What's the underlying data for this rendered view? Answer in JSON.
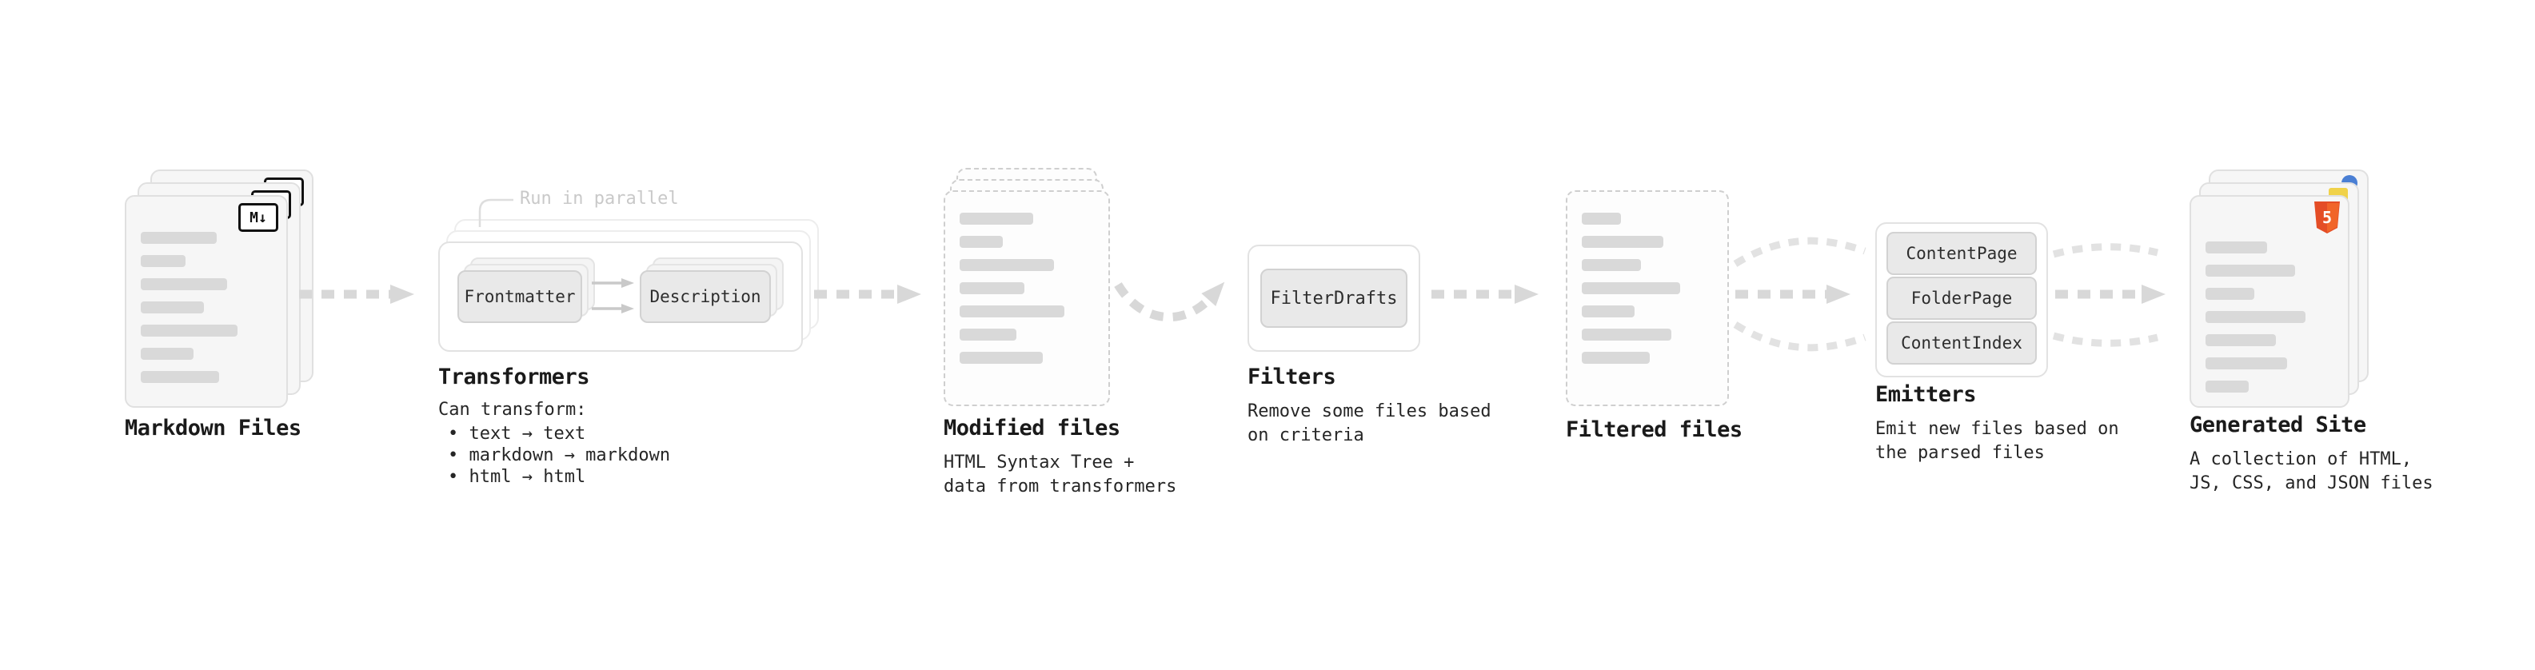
{
  "nodes": {
    "markdown_files": {
      "title": "Markdown Files",
      "badge": "M↓"
    },
    "transformers": {
      "callout": "Run in parallel",
      "buttons": [
        "Frontmatter",
        "Description"
      ],
      "title": "Transformers",
      "can_transform": "Can transform:",
      "bullets": [
        "• text → text",
        "• markdown → markdown",
        "• html → html"
      ]
    },
    "modified_files": {
      "title": "Modified files",
      "subtitle": "HTML Syntax Tree +\ndata from transformers"
    },
    "filters": {
      "button": "FilterDrafts",
      "title": "Filters",
      "subtitle": "Remove some files based\non criteria"
    },
    "filtered_files": {
      "title": "Filtered files"
    },
    "emitters": {
      "title": "Emitters",
      "buttons": [
        "ContentPage",
        "FolderPage",
        "ContentIndex"
      ],
      "subtitle": "Emit new files based on\nthe parsed files"
    },
    "generated_site": {
      "title": "Generated Site",
      "subtitle": "A collection of HTML,\nJS, CSS, and JSON files",
      "badge": "5"
    }
  },
  "colors": {
    "arrow": "#d8d8d8",
    "html5_orange": "#e44d26",
    "js_yellow": "#f0d24a",
    "css_blue": "#4a7fd4"
  }
}
